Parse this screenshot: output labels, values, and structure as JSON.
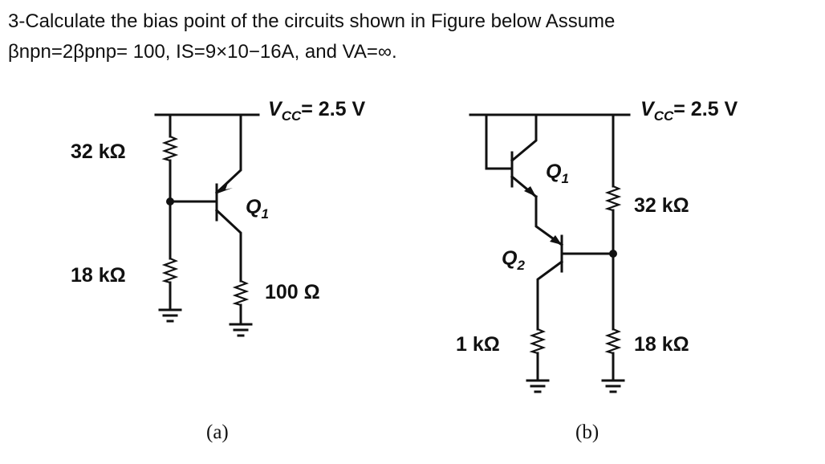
{
  "problem": {
    "line1": "3-Calculate the bias point of the circuits shown in  Figure below Assume",
    "line2": "βnpn=2βpnp= 100, IS=9×10−16A, and VA=∞."
  },
  "figure": {
    "vcc_symbol": "V",
    "vcc_subscript": "CC",
    "vcc_value": "= 2.5 V",
    "circuit_a": {
      "r1": "32 kΩ",
      "r2": "18 kΩ",
      "re": "100 Ω",
      "transistor": "Q",
      "transistor_sub": "1",
      "caption": "(a)"
    },
    "circuit_b": {
      "r1": "32 kΩ",
      "r2": "18 kΩ",
      "re": "1 kΩ",
      "q1": "Q",
      "q1_sub": "1",
      "q2": "Q",
      "q2_sub": "2",
      "caption": "(b)"
    }
  }
}
